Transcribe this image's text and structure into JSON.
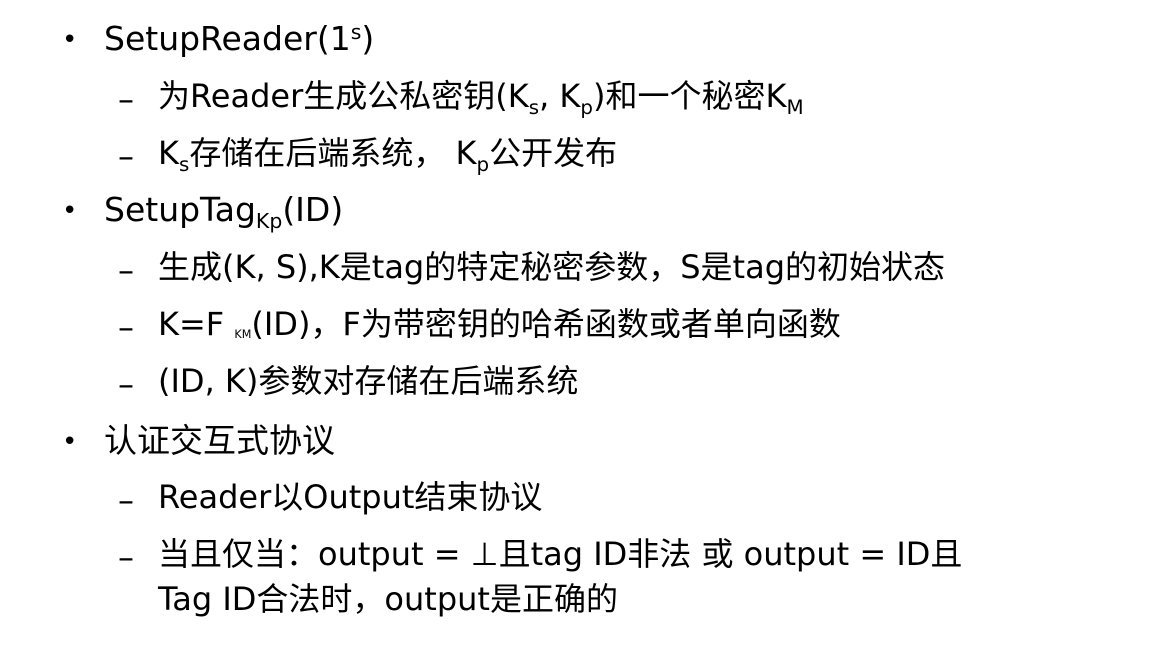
{
  "markers": {
    "bullet": "•",
    "dash": "–"
  },
  "items": [
    {
      "text": "SetupReader(1",
      "sup": "s",
      "tail": ")",
      "subitems": [
        {
          "p1": "为Reader生成公私密钥(K",
          "s1": "s",
          "p2": ", K",
          "s2": "p",
          "p3": ")和一个秘密K",
          "s3": "M"
        },
        {
          "p1": "K",
          "s1": "s",
          "p2": "存储在后端系统， K",
          "s2": "p",
          "p3": "公开发布"
        }
      ]
    },
    {
      "text": "SetupTag",
      "sub": "Kp",
      "tail": "(ID)",
      "subitems": [
        {
          "text": "生成(K, S),K是tag的特定秘密参数，S是tag的初始状态"
        },
        {
          "p1": "K=F ",
          "s1": "KM",
          "p2": "(ID)，F为带密钥的哈希函数或者单向函数"
        },
        {
          "text": "(ID, K)参数对存储在后端系统"
        }
      ]
    },
    {
      "text": "认证交互式协议",
      "subitems": [
        {
          "text": "Reader以Output结束协议"
        },
        {
          "line1": "当且仅当：output = ⊥且tag ID非法 或 output = ID且",
          "line2": "Tag ID合法时，output是正确的"
        }
      ]
    }
  ]
}
